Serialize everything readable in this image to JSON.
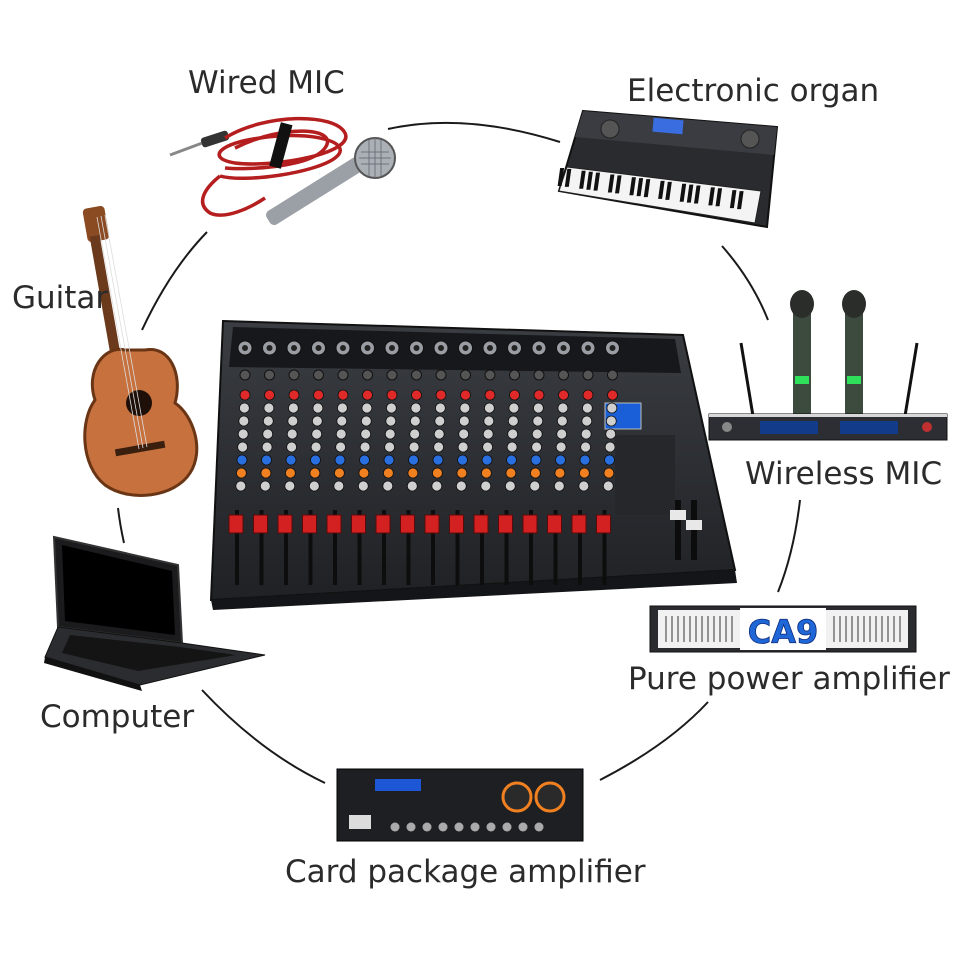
{
  "labels": {
    "wired_mic": "Wired MIC",
    "electronic_organ": "Electronic organ",
    "guitar": "Guitar",
    "wireless_mic": "Wireless MIC",
    "computer": "Computer",
    "pure_power_amplifier": "Pure power amplifier",
    "card_package_amplifier": "Card package amplifier"
  },
  "power_amp_logo": "CA9",
  "mixer": {
    "channel_count": 16
  },
  "colors": {
    "mixer_body": "#2a2c30",
    "fader_cap_red": "#d32020",
    "knob_red": "#e02a2a",
    "knob_orange": "#f08020",
    "knob_blue": "#2a6fe0",
    "guitar_wood": "#c6713e",
    "mic_cable": "#b51e1e",
    "amp_logo_blue": "#1f66d6"
  }
}
